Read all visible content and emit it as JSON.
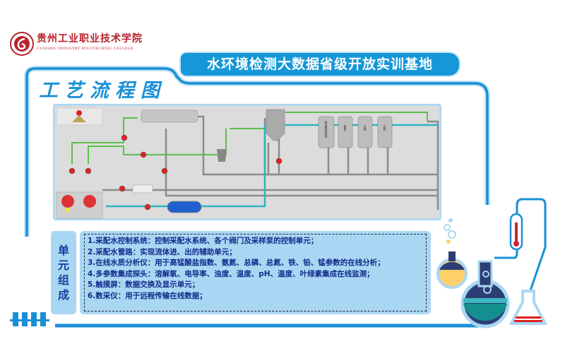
{
  "header": {
    "college_name_cn": "贵州工业职业技术学院",
    "college_name_en": "GUIZHOU INDUSTRY POLYTECHNIC COLLEGE",
    "banner_title": "水环境检测大数据省级开放实训基地"
  },
  "section": {
    "title": "工艺流程图"
  },
  "diagram": {
    "analyzers": [
      "高锰酸盐指数",
      "氨氮",
      "总磷",
      "总氮"
    ]
  },
  "units": {
    "label_chars": [
      "单",
      "元",
      "组",
      "成"
    ],
    "items": [
      "1.采配水控制系统：控制采配水系统、各个阀门及采样泵的控制单元；",
      "2.采配水管路：实现流体进、出的辅助单元；",
      "3.在线水质分析仪：用于高锰酸盐指数、氨氮、总磷、总氮、铁、铅、锰参数的在线分析；",
      "4.多参数集成探头：溶解氧、电导率、浊度、温度、pH、温度、叶绿素集成在线监测；",
      "5.触摸屏：数据交换及显示单元；",
      "6.数采仪：用于远程传输在线数据；"
    ]
  },
  "colors": {
    "frame_blue": "#1a8fd6",
    "panel_blue": "#a9d7f3",
    "text_navy": "#102a8a",
    "logo_red": "#b8232c"
  }
}
